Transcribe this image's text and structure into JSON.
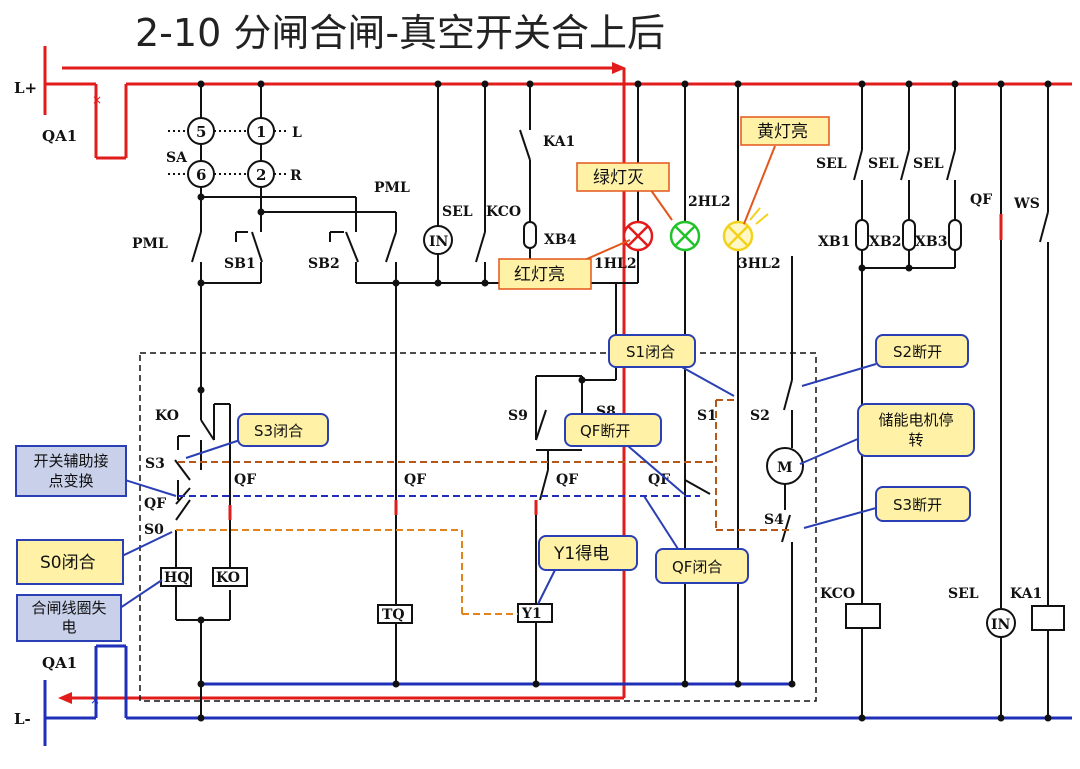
{
  "title": "2-10  分闸合闸-真空开关合上后",
  "rails": {
    "positive": "L+",
    "negative": "L-",
    "breaker": "QA1"
  },
  "labels": {
    "sa": "SA",
    "sa_5": "5",
    "sa_1": "1",
    "sa_6": "6",
    "sa_2": "2",
    "sa_l": "L",
    "sa_r": "R",
    "pml": "PML",
    "sb1": "SB1",
    "sb2": "SB2",
    "sel": "SEL",
    "in": "IN",
    "kco": "KCO",
    "ka1": "KA1",
    "xb4": "XB4",
    "hl1": "1HL2",
    "hl2": "2HL2",
    "hl3": "3HL2",
    "xb1": "XB1",
    "xb2": "XB2",
    "xb3": "XB3",
    "qf": "QF",
    "ws": "WS",
    "ko": "KO",
    "s3": "S3",
    "s0": "S0",
    "hq": "HQ",
    "tq": "TQ",
    "y1": "Y1",
    "s9": "S9",
    "s8": "S8",
    "s1": "S1",
    "s2": "S2",
    "s4": "S4",
    "m": "M"
  },
  "callouts": {
    "green_off": "绿灯灭",
    "yellow_on": "黄灯亮",
    "red_on": "红灯亮",
    "s1_closed": "S1闭合",
    "s2_open": "S2断开",
    "s3_closed": "S3闭合",
    "aux_contact": "开关辅助接点变换",
    "qf_open": "QF断开",
    "motor_stop": "储能电机停转",
    "s3_open": "S3断开",
    "s0_closed": "S0闭合",
    "y1_on": "Y1得电",
    "qf_closed": "QF闭合",
    "coil_off": "合闸线圈失电"
  },
  "colors": {
    "positive_wire": "#e21b1b",
    "negative_wire": "#1f2fb8",
    "callout_yellow": "#fff2a6",
    "callout_blue": "#c9d1ea",
    "callout_border": "#2a3fb3",
    "lamp_red": "#e21b1b",
    "lamp_green": "#22c32a",
    "lamp_yellow": "#f2d21a"
  }
}
